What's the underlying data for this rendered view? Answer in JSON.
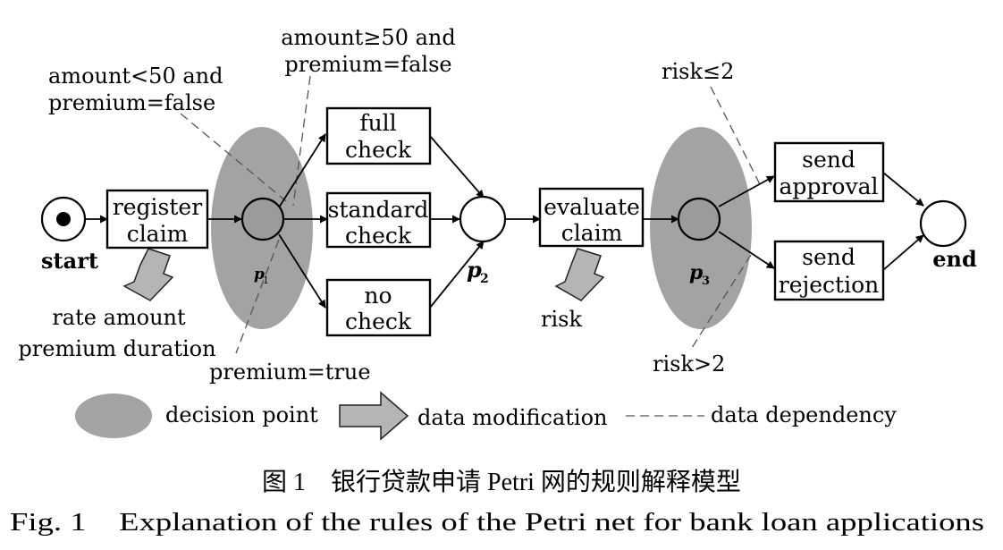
{
  "transitions": {
    "register": [
      "register",
      "claim"
    ],
    "full": [
      "full",
      "check"
    ],
    "standard": [
      "standard",
      "check"
    ],
    "no": [
      "no",
      "check"
    ],
    "evaluate": [
      "evaluate",
      "claim"
    ],
    "approval": [
      "send",
      "approval"
    ],
    "rejection": [
      "send",
      "rejection"
    ]
  },
  "places": {
    "start": "start",
    "p1": "p",
    "p1_sub": "1",
    "p2": "p",
    "p2_sub": "2",
    "p3": "p",
    "p3_sub": "3",
    "end": "end"
  },
  "conditions": {
    "amount_ge": [
      "amount≥50 and",
      "premium=false"
    ],
    "amount_lt": [
      "amount<50 and",
      "premium=false"
    ],
    "premium_true": "premium=true",
    "risk_le": "risk≤2",
    "risk_gt": "risk>2"
  },
  "data_labels": {
    "register_write": [
      "rate amount",
      "premium duration"
    ],
    "evaluate_write": "risk"
  },
  "legend": {
    "decision_point": "decision point",
    "data_modification": "data modification",
    "data_dependency": "data dependency"
  },
  "caption": {
    "zh": "图 1　银行贷款申请 Petri 网的规则解释模型",
    "en": "Fig. 1　Explanation of the rules of the Petri net for bank loan applications"
  }
}
